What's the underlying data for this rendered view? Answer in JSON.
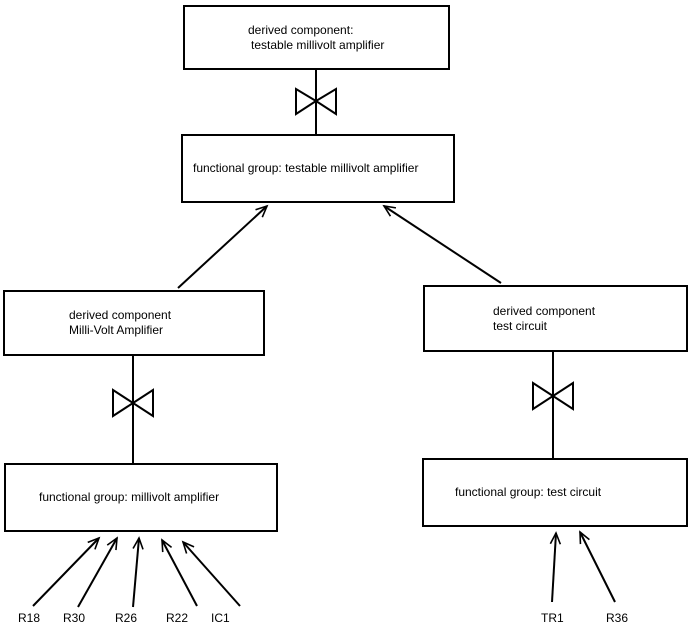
{
  "diagram": {
    "boxes": {
      "top_derived": {
        "line1": "derived component:",
        "line2": "testable millivolt amplifier"
      },
      "fg_testable": {
        "label": "functional group: testable millivolt amplifier"
      },
      "derived_mv": {
        "line1": "derived component",
        "line2": "Milli-Volt Amplifier"
      },
      "derived_test": {
        "line1": "derived component",
        "line2": "test circuit"
      },
      "fg_mv": {
        "label": "functional group: millivolt amplifier"
      },
      "fg_test": {
        "label": "functional group: test circuit"
      }
    },
    "components": {
      "left": [
        "R18",
        "R30",
        "R26",
        "R22",
        "IC1"
      ],
      "right": [
        "TR1",
        "R36"
      ]
    },
    "colors": {
      "line": "#000000",
      "background": "#ffffff",
      "text": "#000000"
    }
  }
}
